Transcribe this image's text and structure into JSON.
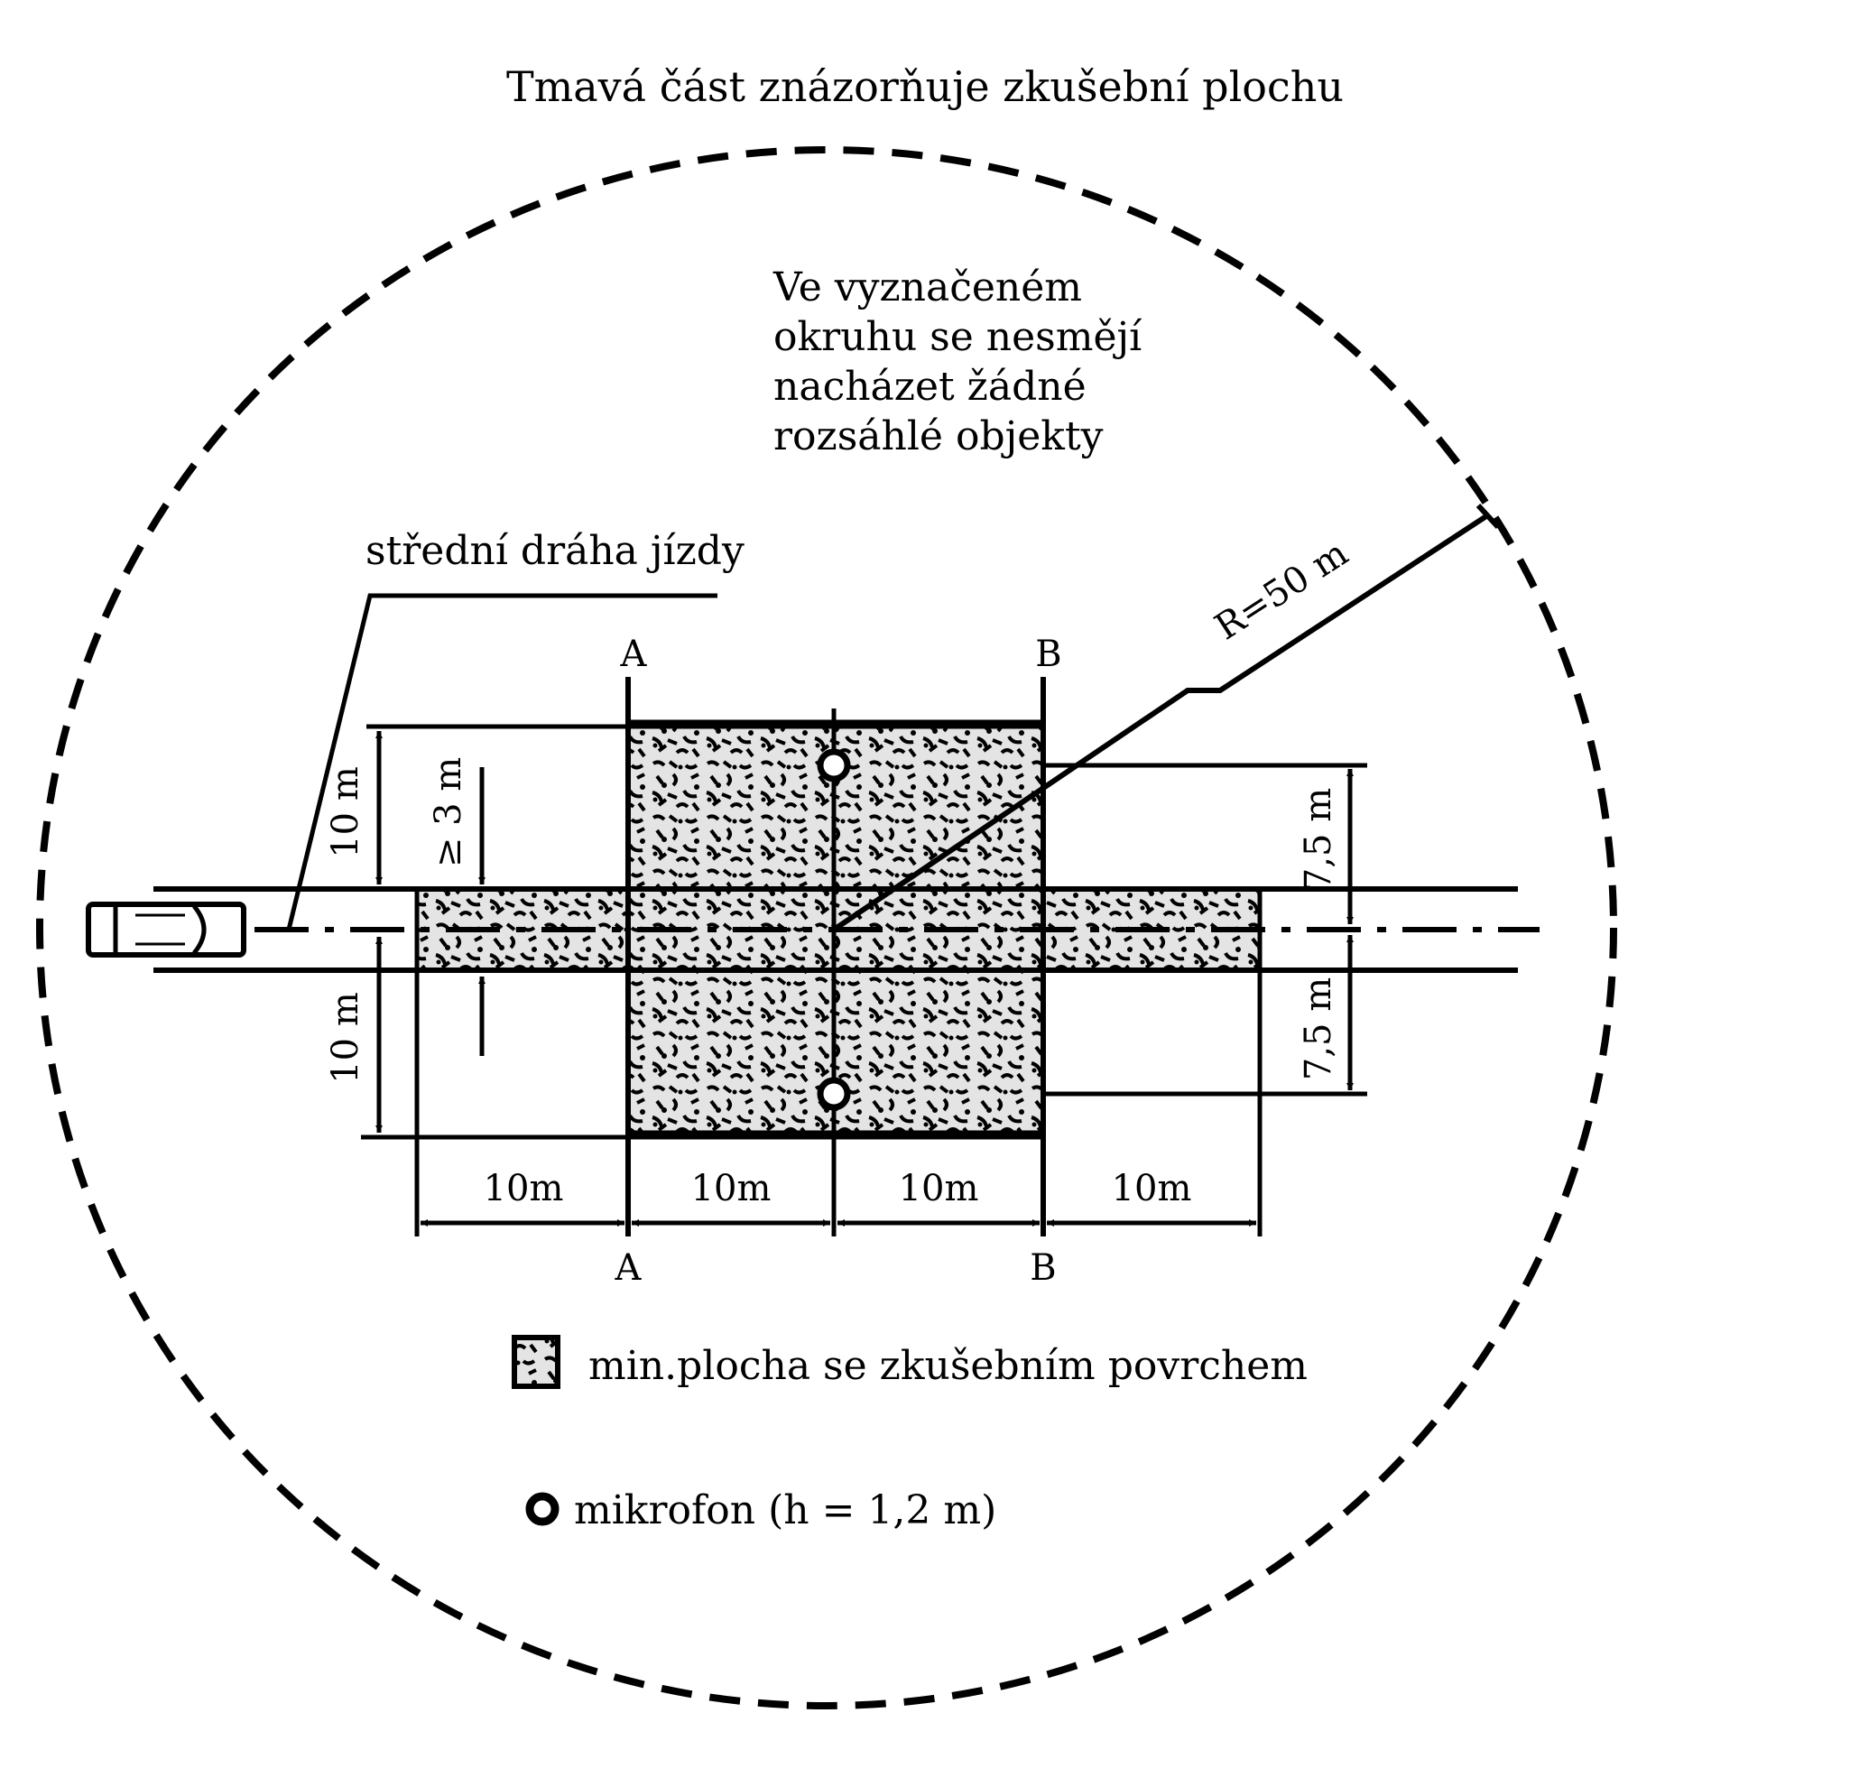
{
  "title": "Tmavá část znázorňuje zkušební plochu",
  "note": [
    "Ve vyznačeném",
    "okruhu se nesmějí",
    "nacházet žádné",
    "rozsáhlé objekty"
  ],
  "path_label": "střední dráha jízdy",
  "radius_label": "R=50 m",
  "sections": {
    "a_top": "A",
    "b_top": "B",
    "a_bottom": "A",
    "b_bottom": "B"
  },
  "dimensions": {
    "left_upper": "10 m",
    "left_lower": "10 m",
    "min_strip": "≥ 3 m",
    "right_upper": "7,5 m",
    "right_lower": "7,5 m",
    "bottom": [
      "10m",
      "10m",
      "10m",
      "10m"
    ]
  },
  "legend": {
    "surface": "min.plocha se zkušebním povrchem",
    "microphone": "mikrofon (h = 1,2 m)"
  },
  "colors": {
    "ink": "#000000",
    "paper": "#ffffff"
  }
}
